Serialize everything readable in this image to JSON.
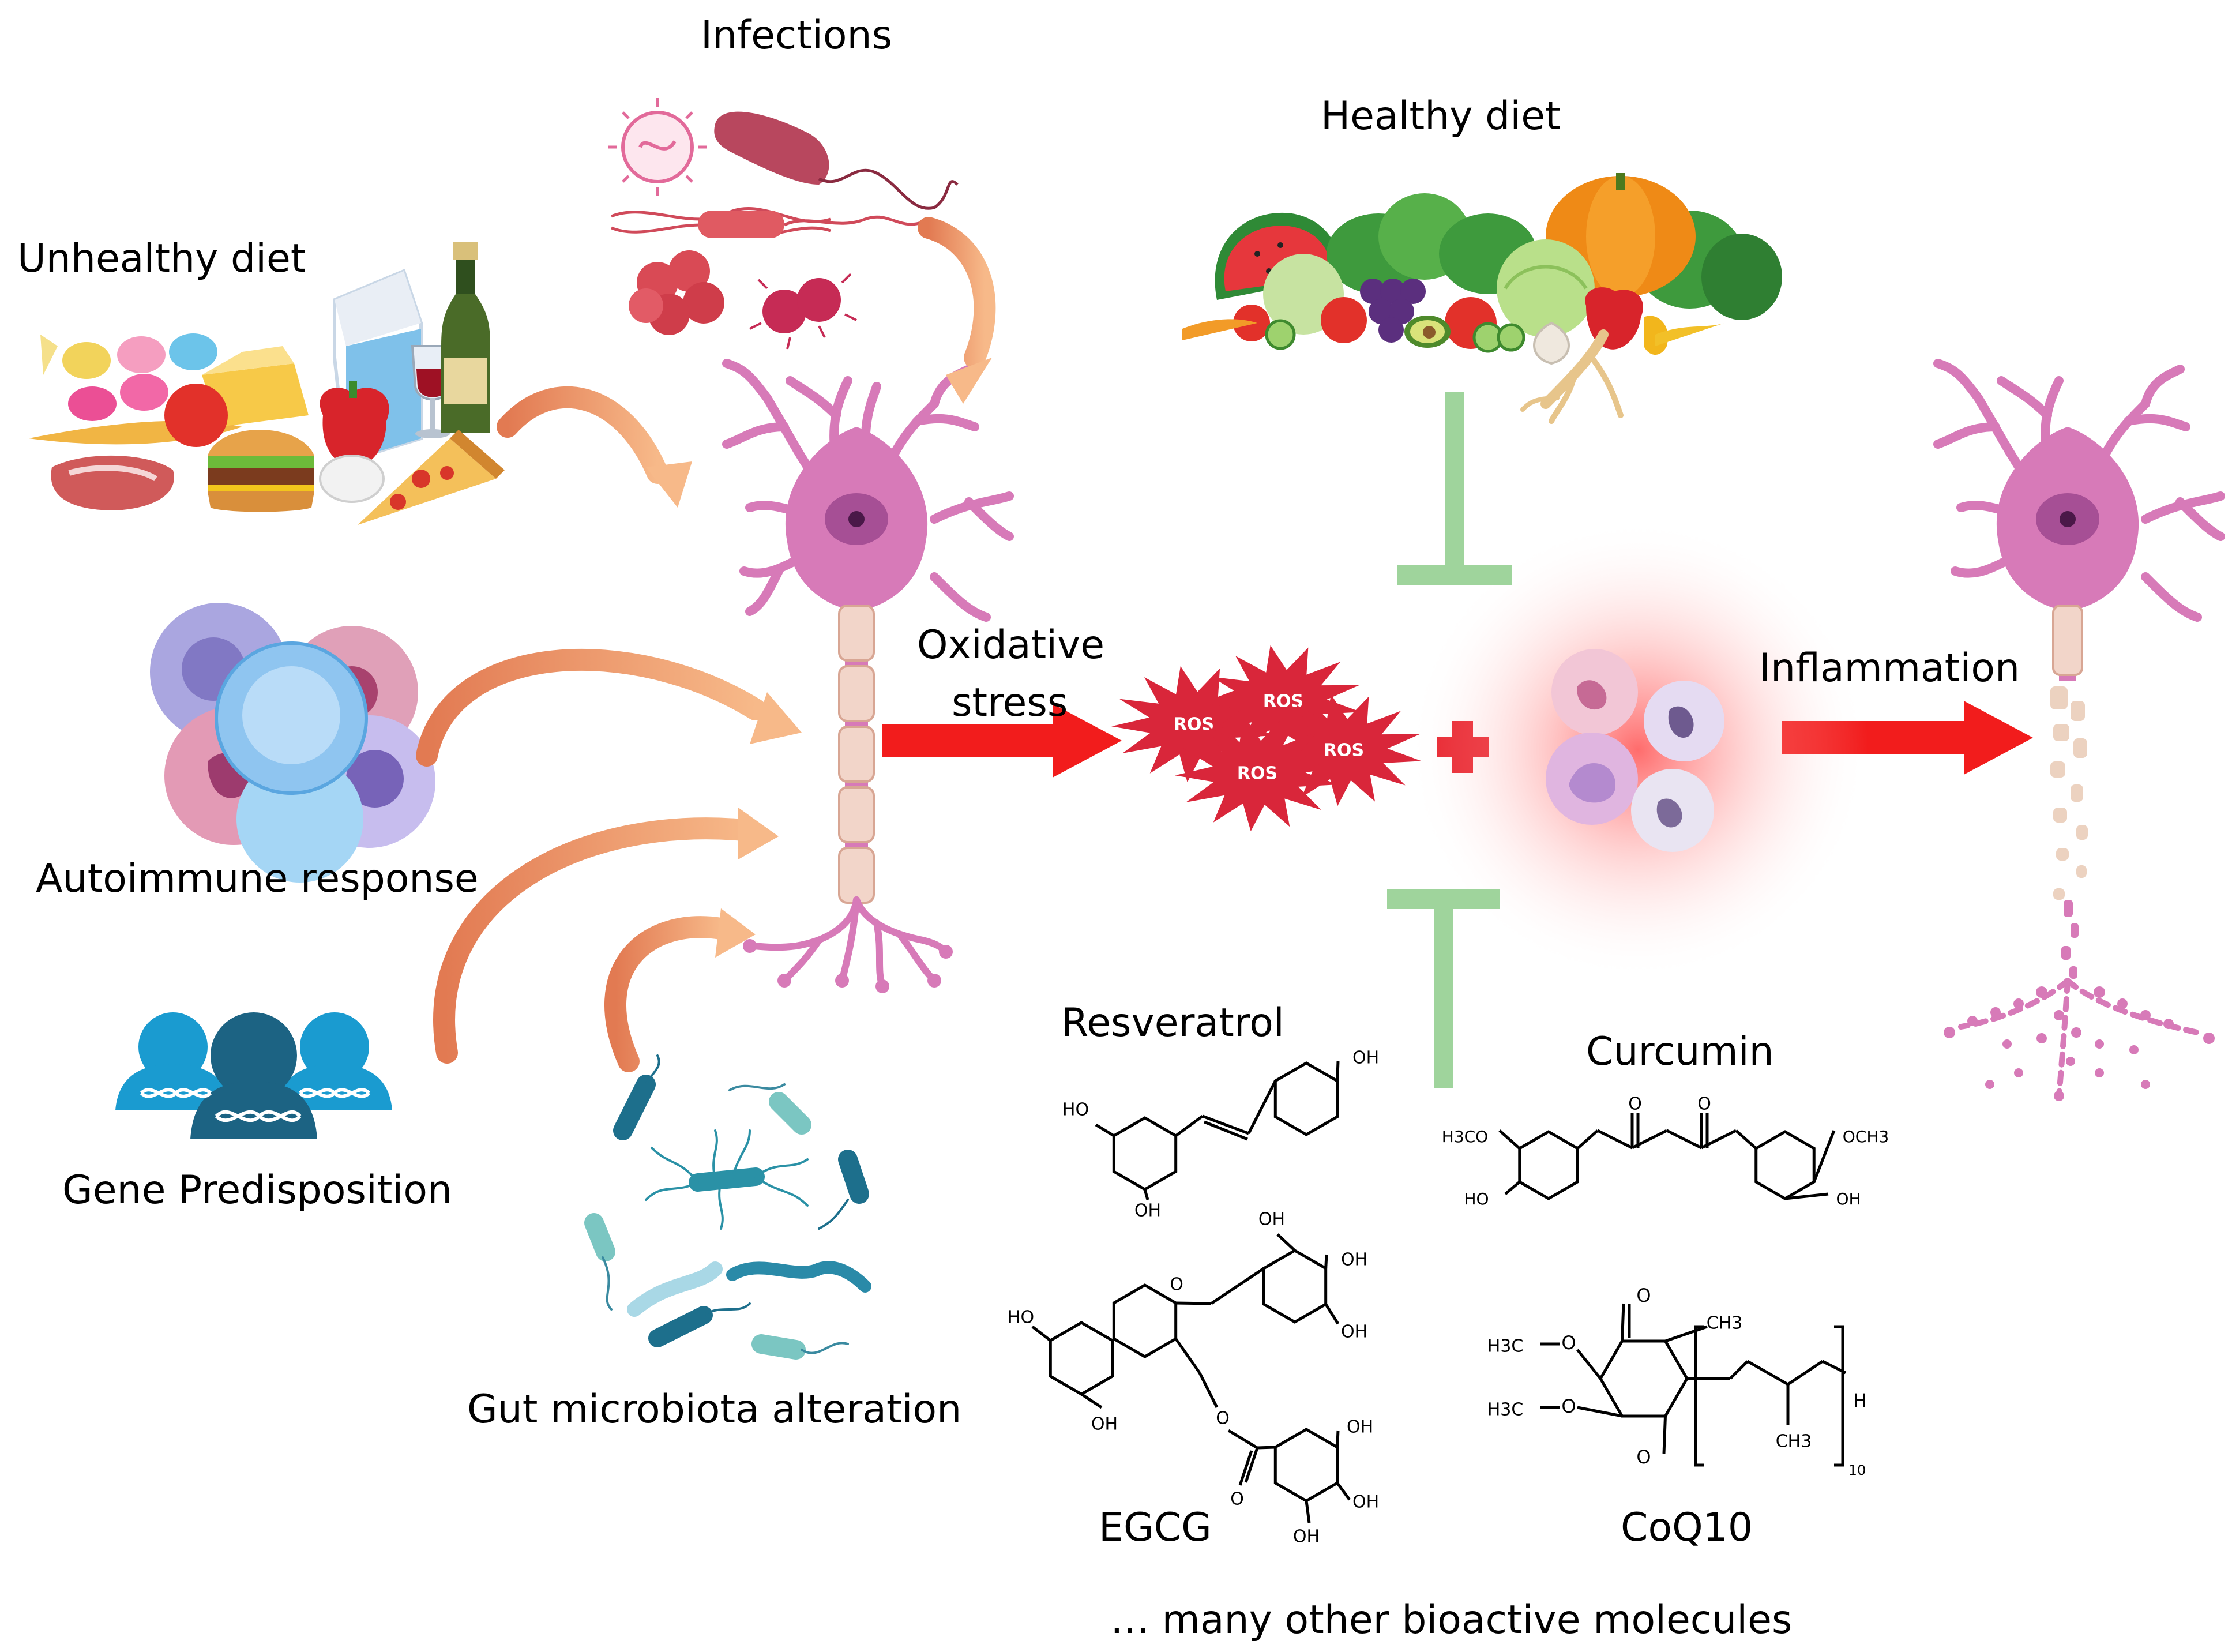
{
  "factors": {
    "infections": "Infections",
    "unhealthy_diet": "Unhealthy diet",
    "autoimmune": "Autoimmune response",
    "gene": "Gene Predisposition",
    "gut": "Gut microbiota alteration"
  },
  "process": {
    "oxidative_line1": "Oxidative",
    "oxidative_line2": "stress",
    "ros": "ROS",
    "inflammation": "Inflammation"
  },
  "protective": {
    "healthy_diet": "Healthy diet",
    "resveratrol": "Resveratrol",
    "curcumin": "Curcumin",
    "egcg": "EGCG",
    "coq10": "CoQ10",
    "more": "… many other bioactive molecules"
  },
  "chem": {
    "oh": "OH",
    "ho": "HO",
    "o": "O",
    "och3": "OCH3",
    "h3co": "H3CO",
    "h3c": "H3C",
    "ch3": "CH3",
    "h": "H",
    "n10": "10"
  },
  "dna": "DNA",
  "colors": {
    "neuron": "#d77ab8",
    "arrow_orange": "#f3a57a",
    "red_arrow": "#f21c1c",
    "inhibit_green": "#9fd49c",
    "ros_red": "#d9263a",
    "people_blue": "#1a9bd0"
  }
}
